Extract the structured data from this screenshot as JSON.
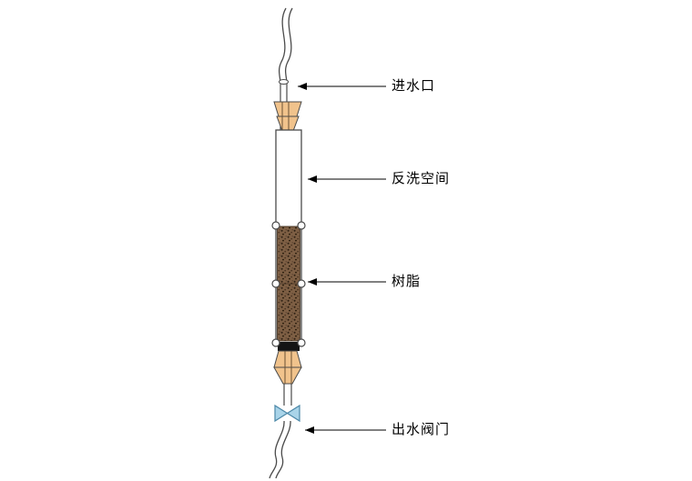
{
  "labels": {
    "inlet": "进水口",
    "backwash_space": "反洗空间",
    "resin": "树脂",
    "outlet_valve": "出水阀门"
  },
  "colors": {
    "stopper": "#f1c38c",
    "resin_base": "#7e5f44",
    "resin_speckle": "#2e2014",
    "valve_fill": "#a9d4e9",
    "valve_stroke": "#4c88a8",
    "outline": "#4a4a4a",
    "arrow": "#000000",
    "frit_band": "#141414",
    "column_fill": "#ffffff"
  }
}
